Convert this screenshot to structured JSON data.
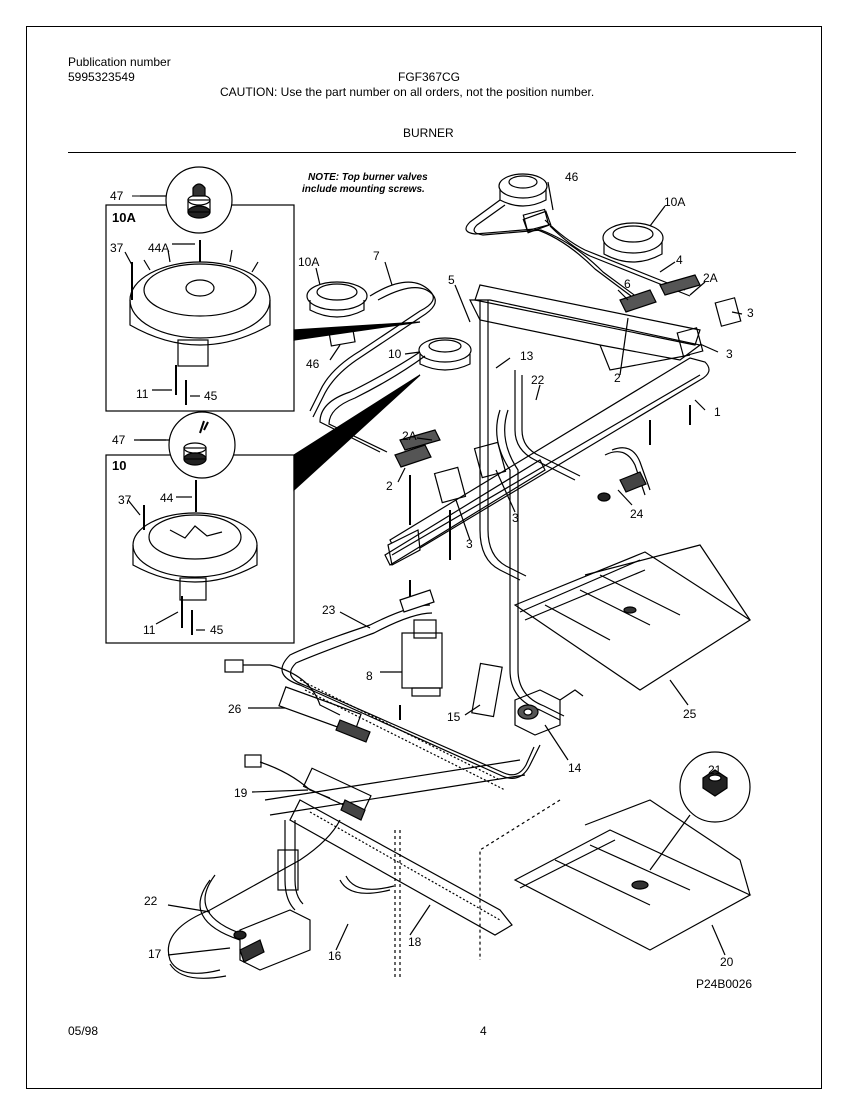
{
  "header": {
    "publication_label": "Publication number",
    "publication_number": "5995323549",
    "model": "FGF367CG",
    "caution": "CAUTION:  Use the part number on all orders, not the position number.",
    "section": "BURNER"
  },
  "note": {
    "line1": "NOTE: Top burner valves",
    "line2": "include mounting screws."
  },
  "callouts": {
    "c47a": "47",
    "c10A_box": "10A",
    "c37a": "37",
    "c44A": "44A",
    "c11a": "11",
    "c45a": "45",
    "c47b": "47",
    "c10_box": "10",
    "c37b": "37",
    "c44": "44",
    "c11b": "11",
    "c45b": "45",
    "c10A_mid": "10A",
    "c7": "7",
    "c46a": "46",
    "c5": "5",
    "c10_mid": "10",
    "c13": "13",
    "c46b": "46",
    "c10A_right": "10A",
    "c4": "4",
    "c2A_right": "2A",
    "c3a": "3",
    "c6": "6",
    "c3b": "3",
    "c2_right": "2",
    "c22a": "22",
    "c1": "1",
    "c2A_left": "2A",
    "c2_left": "2",
    "c3c": "3",
    "c3d": "3",
    "c24": "24",
    "c23": "23",
    "c8": "8",
    "c26": "26",
    "c15": "15",
    "c25": "25",
    "c14": "14",
    "c21": "21",
    "c19": "19",
    "c22b": "22",
    "c17": "17",
    "c16": "16",
    "c18": "18",
    "c20": "20"
  },
  "figure_code": "P24B0026",
  "footer": {
    "date": "05/98",
    "page": "4"
  }
}
